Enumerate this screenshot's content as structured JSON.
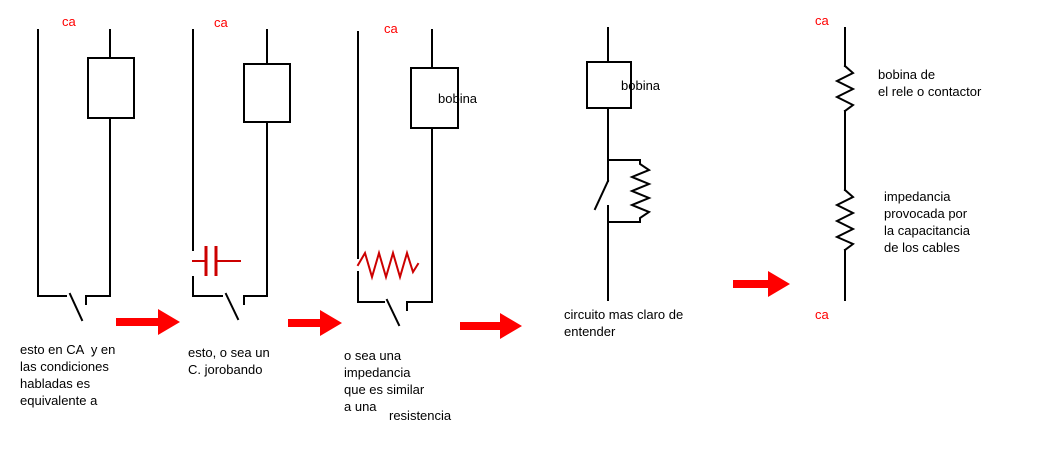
{
  "colors": {
    "background": "#ffffff",
    "wire": "#000000",
    "accent_red": "#ff0000",
    "component_red": "#cc0000",
    "text": "#000000"
  },
  "circuit1": {
    "source_label": "ca",
    "caption": "esto en CA  y en\nlas condiciones\nhabladas es\nequivalente a"
  },
  "circuit2": {
    "source_label": "ca",
    "caption": "esto, o sea un\nC. jorobando"
  },
  "circuit3": {
    "source_label": "ca",
    "coil_label": "bobina",
    "caption": "o sea una\nimpedancia\nque es similar\na una",
    "caption_suffix": "resistencia"
  },
  "circuit4": {
    "coil_label": "bobina",
    "caption": "circuito mas claro de\nentender"
  },
  "circuit5": {
    "source_label_top": "ca",
    "source_label_bottom": "ca",
    "coil_note": "bobina de\nel rele o contactor",
    "impedance_note": "impedancia\nprovocada por\nla capacitancia\nde los cables"
  }
}
